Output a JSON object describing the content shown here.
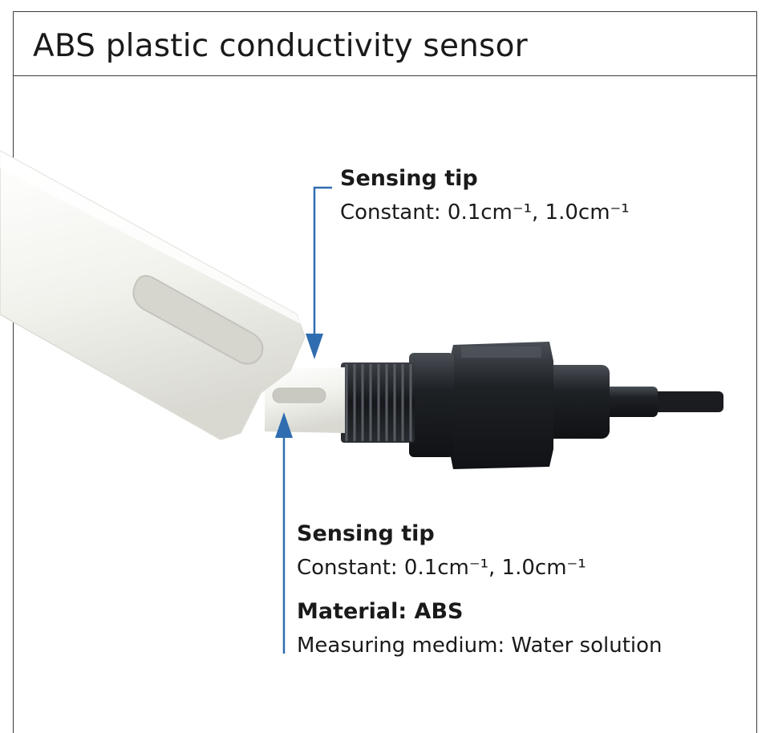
{
  "title": "ABS plastic conductivity sensor",
  "callout_top": {
    "heading": "Sensing tip",
    "constant": "Constant: 0.1cm⁻¹, 1.0cm⁻¹"
  },
  "callout_bottom": {
    "heading": "Sensing tip",
    "constant": "Constant: 0.1cm⁻¹, 1.0cm⁻¹",
    "material": "Material: ABS",
    "medium": "Measuring medium: Water solution"
  },
  "colors": {
    "pointer": "#2f6db0",
    "probe_body": "#f2f2ee",
    "fitting": "#1f2226"
  }
}
